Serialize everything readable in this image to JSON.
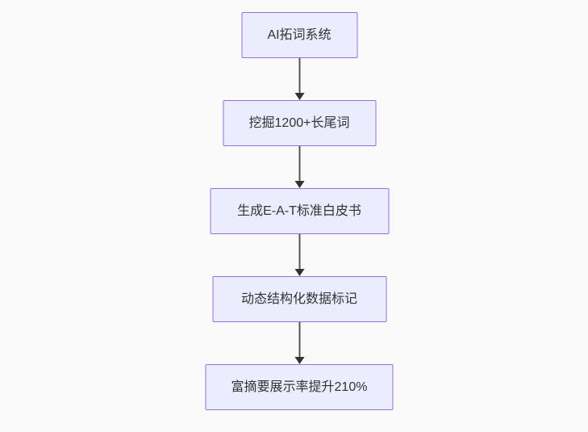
{
  "diagram": {
    "type": "flowchart",
    "direction": "top-down",
    "nodes": [
      {
        "id": "A",
        "label": "AI拓词系统"
      },
      {
        "id": "B",
        "label": "挖掘1200+长尾词"
      },
      {
        "id": "C",
        "label": "生成E-A-T标准白皮书"
      },
      {
        "id": "D",
        "label": "动态结构化数据标记"
      },
      {
        "id": "E",
        "label": "富摘要展示率提升210%"
      }
    ],
    "edges": [
      {
        "from": "A",
        "to": "B"
      },
      {
        "from": "B",
        "to": "C"
      },
      {
        "from": "C",
        "to": "D"
      },
      {
        "from": "D",
        "to": "E"
      }
    ],
    "colors": {
      "background": "#fafafa",
      "node_fill": "#ececff",
      "node_border": "#9370db",
      "node_text": "#333333",
      "edge_line": "#555555",
      "arrowhead": "#333333"
    }
  }
}
